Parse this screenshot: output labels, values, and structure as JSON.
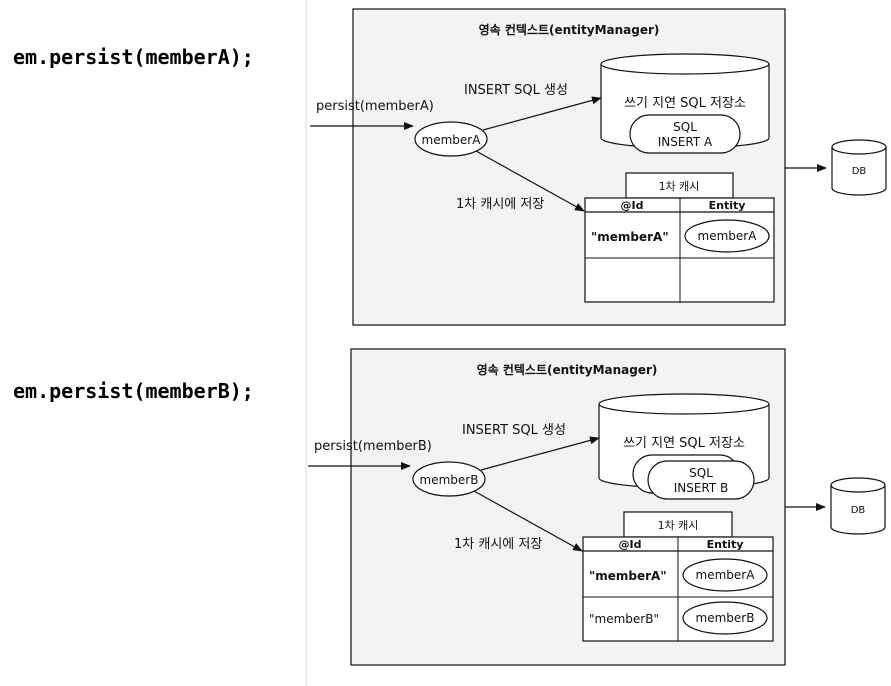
{
  "panels": [
    {
      "code": "em.persist(memberA);",
      "context_title": "영속 컨텍스트(entityManager)",
      "call_label": "persist(memberA)",
      "entity_node": "memberA",
      "insert_label": "INSERT SQL 생성",
      "store_label": "1차 캐시에 저장",
      "sql_store_title": "쓰기 지연 SQL 저장소",
      "sql_entries": [
        {
          "line1": "SQL",
          "line2": "INSERT A"
        }
      ],
      "cache": {
        "title": "1차 캐시",
        "col_id": "@Id",
        "col_entity": "Entity",
        "rows": [
          {
            "id": "\"memberA\"",
            "entity": "memberA",
            "id_bold": true
          },
          {
            "id": "",
            "entity": ""
          }
        ]
      },
      "db_label": "DB"
    },
    {
      "code": "em.persist(memberB);",
      "context_title": "영속 컨텍스트(entityManager)",
      "call_label": "persist(memberB)",
      "entity_node": "memberB",
      "insert_label": "INSERT SQL 생성",
      "store_label": "1차 캐시에 저장",
      "sql_store_title": "쓰기 지연 SQL 저장소",
      "sql_entries": [
        {
          "line1": "",
          "line2": ""
        },
        {
          "line1": "SQL",
          "line2": "INSERT B"
        }
      ],
      "cache": {
        "title": "1차 캐시",
        "col_id": "@Id",
        "col_entity": "Entity",
        "rows": [
          {
            "id": "\"memberA\"",
            "entity": "memberA",
            "id_bold": true
          },
          {
            "id": "\"memberB\"",
            "entity": "memberB",
            "id_bold": false
          }
        ]
      },
      "db_label": "DB"
    }
  ],
  "colors": {
    "panel_fill": "#f3f3f3",
    "stroke": "#111111",
    "white": "#ffffff"
  }
}
